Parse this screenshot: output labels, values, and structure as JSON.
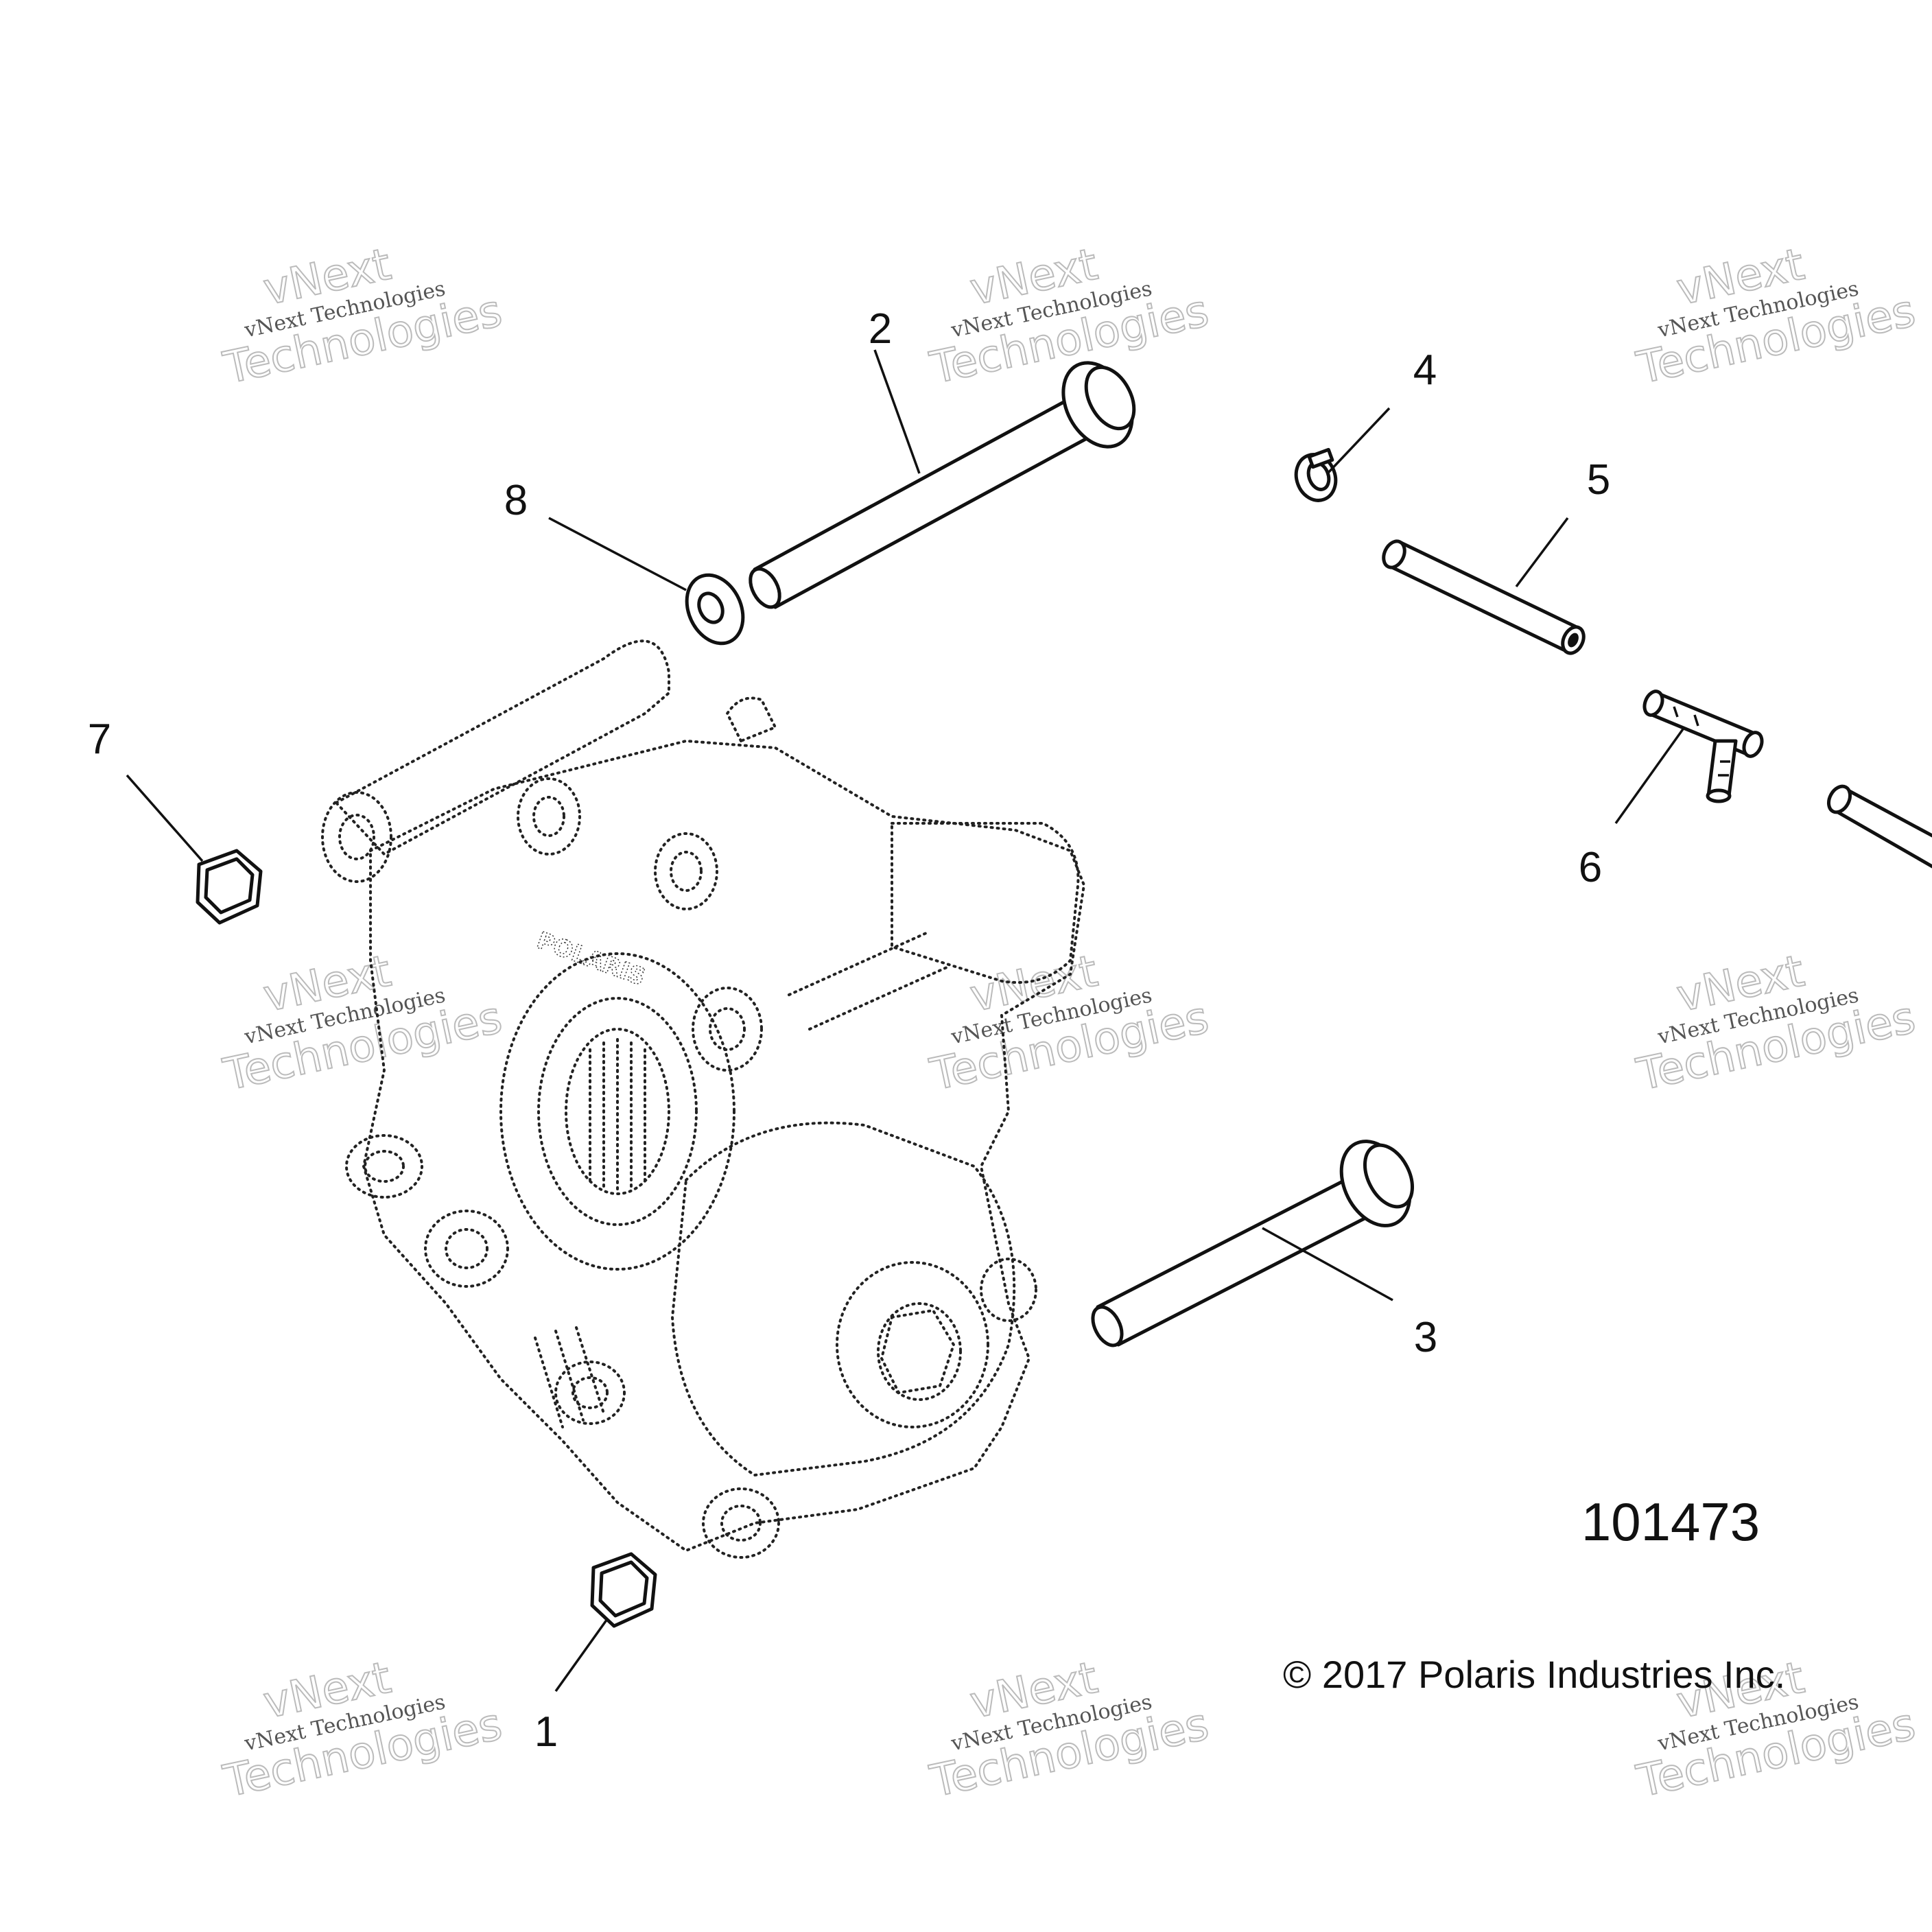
{
  "figure_number": "101473",
  "copyright": "© 2017 Polaris Industries Inc.",
  "watermark": {
    "line1": "vNext",
    "line2": "vNext Technologies",
    "line3": "Technologies"
  },
  "callouts": [
    {
      "id": "1",
      "label": "1",
      "part": "flange nut (lower)"
    },
    {
      "id": "2",
      "label": "2",
      "part": "long bolt (upper)"
    },
    {
      "id": "3",
      "label": "3",
      "part": "long bolt (lower)"
    },
    {
      "id": "4",
      "label": "4",
      "part": "hose clamp"
    },
    {
      "id": "5",
      "label": "5",
      "part": "vent hose"
    },
    {
      "id": "6",
      "label": "6",
      "part": "tee fitting"
    },
    {
      "id": "7",
      "label": "7",
      "part": "flange nut (left)"
    },
    {
      "id": "8",
      "label": "8",
      "part": "washer"
    }
  ],
  "gearcase_logo": "POLARIS"
}
